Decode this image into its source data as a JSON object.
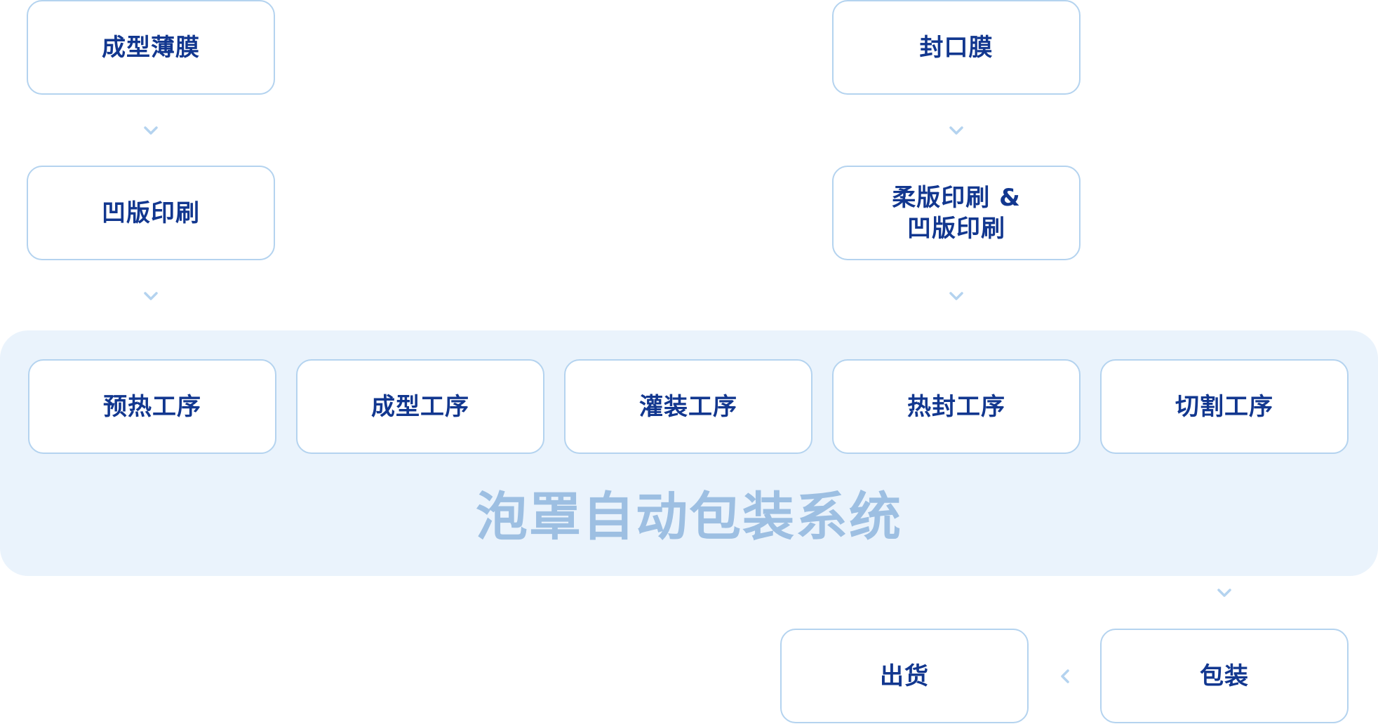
{
  "top_left": {
    "forming_film": "成型薄膜",
    "gravure_printing": "凹版印刷"
  },
  "top_right": {
    "sealing_film": "封口膜",
    "flexo_gravure_printing": "柔版印刷 &\n凹版印刷"
  },
  "system": {
    "title": "泡罩自动包装系统",
    "steps": [
      "预热工序",
      "成型工序",
      "灌装工序",
      "热封工序",
      "切割工序"
    ]
  },
  "bottom": {
    "shipping": "出货",
    "packaging": "包装"
  },
  "colors": {
    "text": "#12378f",
    "border": "#b4d3ef",
    "panel": "#eaf3fc",
    "system_title": "#9dbfe2"
  }
}
